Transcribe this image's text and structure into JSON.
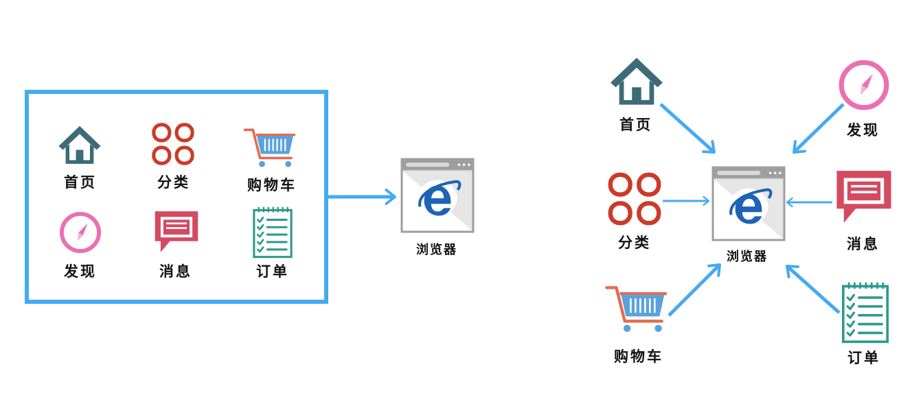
{
  "colors": {
    "arrow": "#45aaf2",
    "home": "#3d6b78",
    "category": "#cc3a28",
    "cart_body": "#5aa2dd",
    "cart_frame": "#e46b4f",
    "discover": "#ec6fb1",
    "message": "#d44a61",
    "order": "#2e9a8c",
    "browser_frame": "#9e9e9e",
    "browser_logo": "#1e63b4"
  },
  "left_panel": {
    "items": [
      {
        "label": "首页",
        "icon": "house-icon"
      },
      {
        "label": "分类",
        "icon": "grid-icon"
      },
      {
        "label": "购物车",
        "icon": "cart-icon"
      },
      {
        "label": "发现",
        "icon": "compass-icon"
      },
      {
        "label": "消息",
        "icon": "message-icon"
      },
      {
        "label": "订单",
        "icon": "checklist-icon"
      }
    ],
    "browser_label": "浏览器"
  },
  "right_panel": {
    "items": [
      {
        "label": "首页",
        "icon": "house-icon"
      },
      {
        "label": "发现",
        "icon": "compass-icon"
      },
      {
        "label": "分类",
        "icon": "grid-icon"
      },
      {
        "label": "消息",
        "icon": "message-icon"
      },
      {
        "label": "购物车",
        "icon": "cart-icon"
      },
      {
        "label": "订单",
        "icon": "checklist-icon"
      }
    ],
    "browser_label": "浏览器"
  }
}
